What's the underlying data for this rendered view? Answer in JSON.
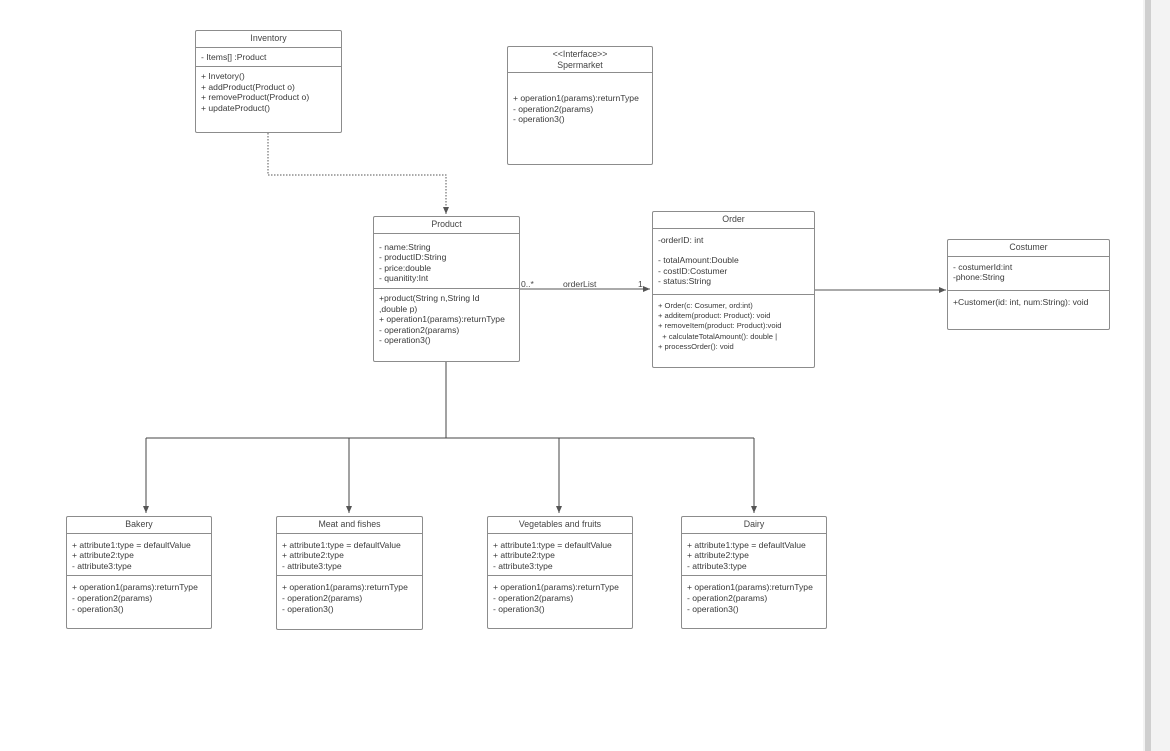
{
  "classes": {
    "inventory": {
      "name": "Inventory",
      "attributes": [
        "- Items[] :Product"
      ],
      "operations": [
        "+ Invetory()",
        "+ addProduct(Product o)",
        "+ removeProduct(Product o)",
        "+ updateProduct()"
      ]
    },
    "supermarket": {
      "stereotype": "<<Interface>>",
      "name": "Spermarket",
      "attributes": [],
      "operations": [
        "+ operation1(params):returnType",
        "- operation2(params)",
        "- operation3()"
      ]
    },
    "product": {
      "name": "Product",
      "attributes": [
        "- name:String",
        "- productID:String",
        "- price:double",
        "- quanitity:Int"
      ],
      "operations": [
        "+product(String n,String Id",
        ",double p)",
        "+ operation1(params):returnType",
        "- operation2(params)",
        "- operation3()"
      ]
    },
    "order": {
      "name": "Order",
      "attributes": [
        "-orderID: int",
        "",
        "- totalAmount:Double",
        "- costID:Costumer",
        "- status:String"
      ],
      "operations": [
        "+ Order(c: Cosumer, ord:int)",
        "+ additem(product: Product): void",
        "+ removeItem(product: Product):void",
        "  + calculateTotalAmount(): double |",
        "+ processOrder(): void"
      ]
    },
    "costumer": {
      "name": "Costumer",
      "attributes": [
        "- costumerId:int",
        "-phone:String"
      ],
      "operations": [
        "+Customer(id: int, num:String): void"
      ]
    },
    "bakery": {
      "name": "Bakery",
      "attributes": [
        "+ attribute1:type = defaultValue",
        "+ attribute2:type",
        "- attribute3:type"
      ],
      "operations": [
        "+ operation1(params):returnType",
        "- operation2(params)",
        "- operation3()"
      ]
    },
    "meat": {
      "name": "Meat and fishes",
      "attributes": [
        "+ attribute1:type = defaultValue",
        "+ attribute2:type",
        "- attribute3:type"
      ],
      "operations": [
        "+ operation1(params):returnType",
        "- operation2(params)",
        "- operation3()"
      ]
    },
    "vegetables": {
      "name": "Vegetables and fruits",
      "attributes": [
        "+ attribute1:type = defaultValue",
        "+ attribute2:type",
        "- attribute3:type"
      ],
      "operations": [
        "+ operation1(params):returnType",
        "- operation2(params)",
        "- operation3()"
      ]
    },
    "dairy": {
      "name": "Dairy",
      "attributes": [
        "+ attribute1:type = defaultValue",
        "+ attribute2:type",
        "- attribute3:type"
      ],
      "operations": [
        "+ operation1(params):returnType",
        "- operation2(params)",
        "- operation3()"
      ]
    }
  },
  "associations": {
    "product_order": {
      "source_multiplicity": "0..*",
      "role": "orderList",
      "target_multiplicity": "1"
    }
  },
  "colors": {
    "line": "#555555",
    "border": "#8c8c8c"
  }
}
